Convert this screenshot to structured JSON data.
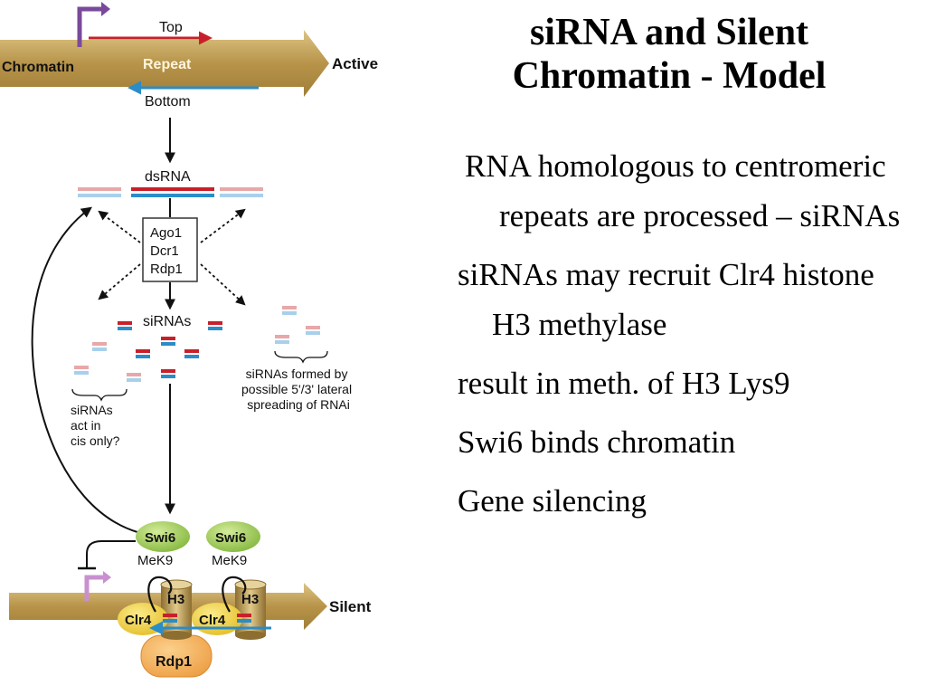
{
  "slide": {
    "title_line1": "siRNA and Silent",
    "title_line2": "Chromatin - Model",
    "bullets": [
      "RNA homologous to centromeric repeats are processed – siRNAs",
      "siRNAs may recruit Clr4 histone H3 methylase",
      "result in meth. of H3 Lys9",
      "Swi6 binds chromatin",
      "Gene silencing"
    ]
  },
  "diagram": {
    "top_label": "Top",
    "chromatin_label": "Chromatin",
    "repeat_label": "Repeat",
    "active_label": "Active",
    "bottom_label": "Bottom",
    "dsrna_label": "dsRNA",
    "enzymes": [
      "Ago1",
      "Dcr1",
      "Rdp1"
    ],
    "sirnas_label": "siRNAs",
    "cis_note": [
      "siRNAs",
      "act in",
      "cis only?"
    ],
    "lateral_note": [
      "siRNAs formed by",
      "possible 5'/3' lateral",
      "spreading of RNAi"
    ],
    "swi6_label": "Swi6",
    "mek9_label": "MeK9",
    "h3_label": "H3",
    "clr4_label": "Clr4",
    "silent_label": "Silent",
    "rdp1_label": "Rdp1",
    "colors": {
      "chromatin_bar": "#c9a85c",
      "top_strand": "#c8202a",
      "bottom_strand": "#2a8cc8",
      "light_red": "#e8a8a8",
      "light_blue": "#a8d0ec",
      "promoter": "#7a4a9a",
      "promoter_light": "#c890d0",
      "swi6": "#a8d060",
      "clr4": "#f0d040",
      "rdp1": "#f4b060",
      "h3": "#c8a858"
    }
  }
}
